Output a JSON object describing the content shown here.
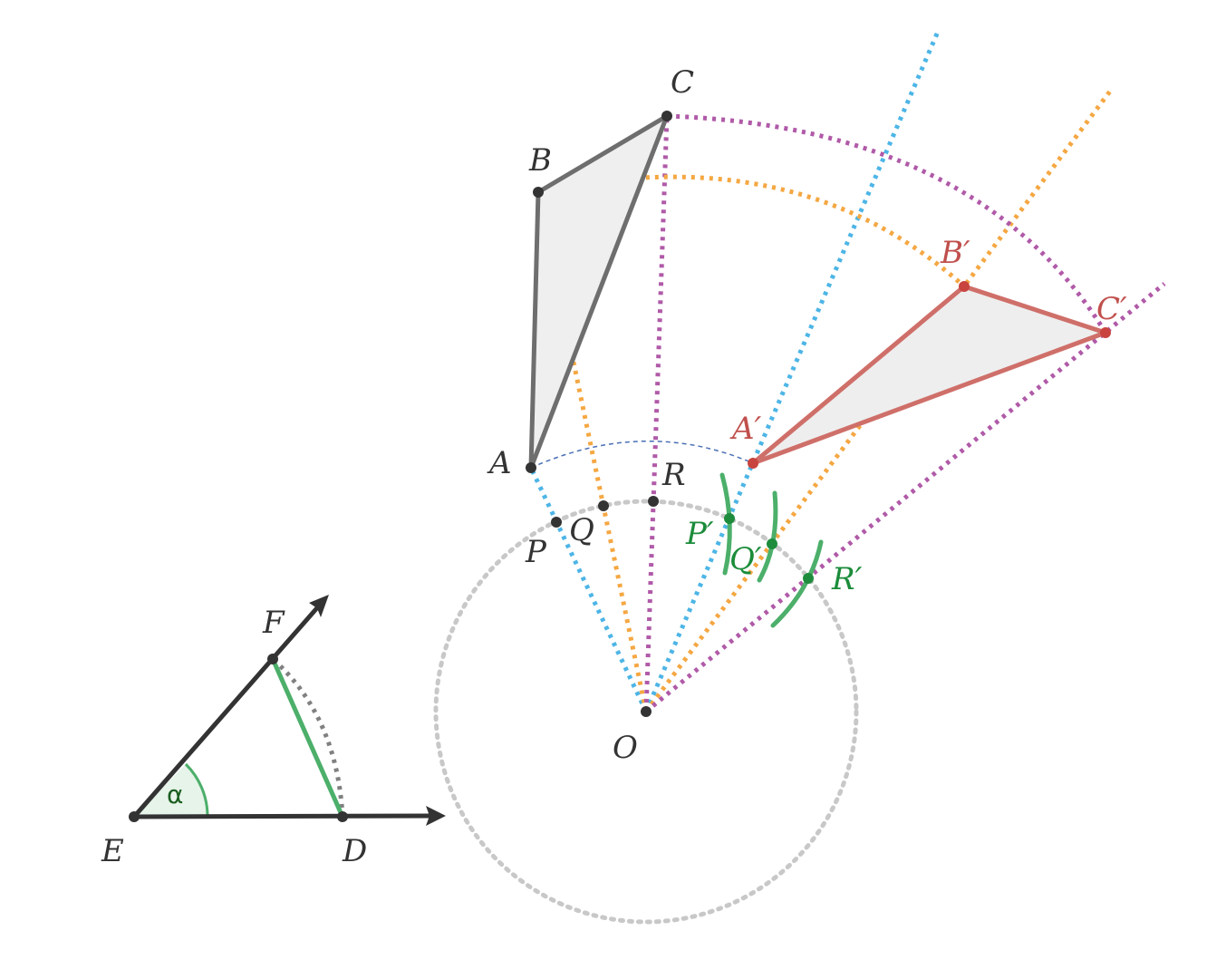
{
  "colors": {
    "blue": "#4db5e6",
    "orange": "#f5a742",
    "purple": "#b05aa8",
    "gray_circle": "#c8c8c8",
    "triangle_edge": "#6e6e6e",
    "image_edge": "#cf6f69",
    "arc_green": "#4caf6a",
    "point_dark": "#333333",
    "point_red": "#c9443f",
    "point_green": "#1e8c3c"
  },
  "labels": {
    "A": "A",
    "B": "B",
    "C": "C",
    "A_prime": "A′",
    "B_prime": "B′",
    "C_prime": "C′",
    "P": "P",
    "Q": "Q",
    "R": "R",
    "P_prime": "P′",
    "Q_prime": "Q′",
    "R_prime": "R′",
    "O": "O",
    "E": "E",
    "D": "D",
    "F": "F",
    "alpha": "α"
  }
}
